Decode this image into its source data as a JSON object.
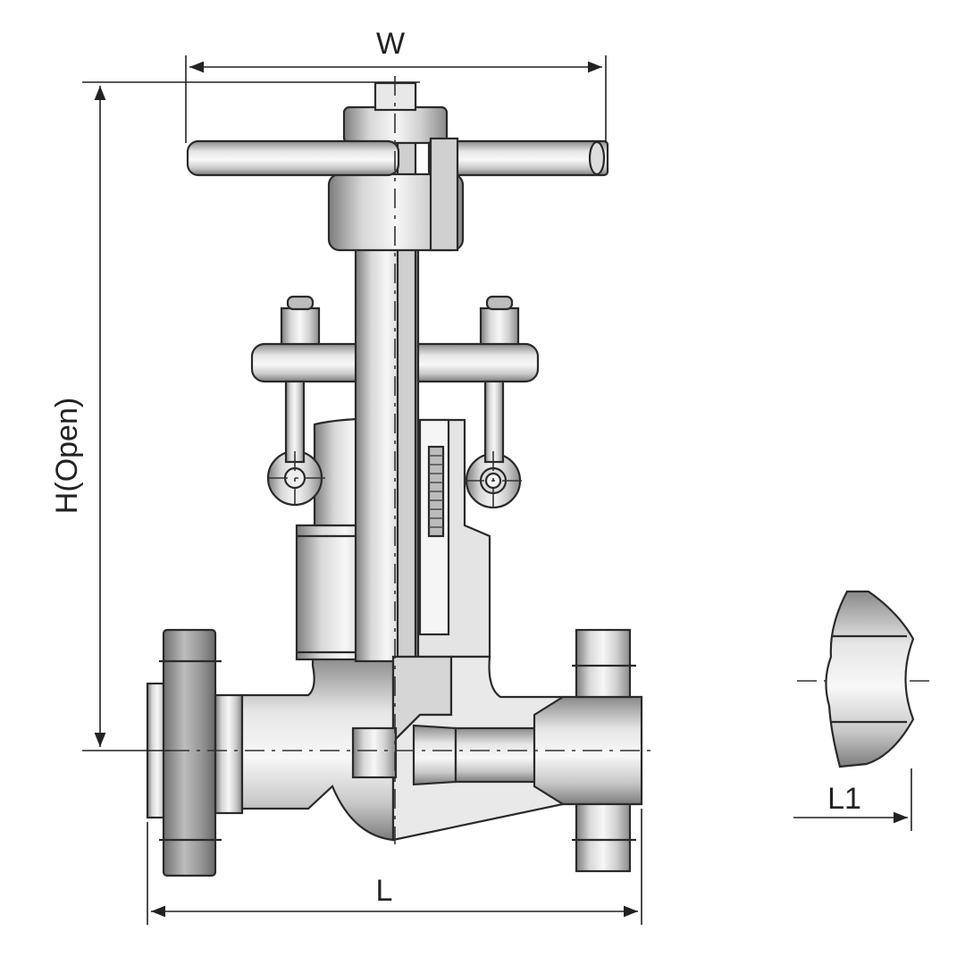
{
  "dimensions": {
    "width_label": "W",
    "height_label": "H(Open)",
    "length_label": "L",
    "end_length_label": "L1"
  },
  "colors": {
    "background": "#ffffff",
    "outline": "#2a2a2a",
    "metal_light": "#f2f2f2",
    "metal_mid": "#cfcfcf",
    "metal_dark": "#8a8a8a",
    "dimension_line": "#222222"
  }
}
